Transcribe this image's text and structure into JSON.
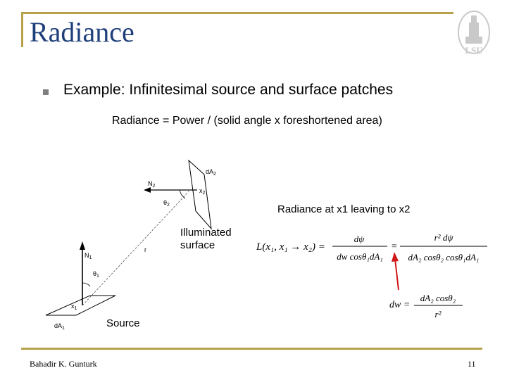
{
  "slide": {
    "title": "Radiance",
    "bullet": "Example: Infinitesimal source and surface patches",
    "equation_text": "Radiance = Power / (solid angle x foreshortened area)",
    "radiance_label": "Radiance at x1 leaving to x2",
    "illuminated_label_line1": "Illuminated",
    "illuminated_label_line2": "surface",
    "source_label": "Source"
  },
  "diagram": {
    "dA2": "dA",
    "dA2_sub": "2",
    "N2": "N",
    "N2_sub": "2",
    "x2": "x",
    "x2_sub": "2",
    "theta2": "θ",
    "theta2_sub": "2",
    "N1": "N",
    "N1_sub": "1",
    "theta1": "θ",
    "theta1_sub": "1",
    "x1": "x",
    "x1_sub": "1",
    "dA1": "dA",
    "dA1_sub": "1",
    "r": "r"
  },
  "formula": {
    "lhs": "L(x₁, x₁ → x₂) =",
    "frac1_num": "dψ",
    "frac1_den": "dw cosθ₁dA₁",
    "equals": "=",
    "frac2_num": "r² dψ",
    "frac2_den": "dA₂ cosθ₂ cosθ₁dA₁",
    "dw_lhs": "dw =",
    "frac3_num": "dA₂ cosθ₂",
    "frac3_den": "r²"
  },
  "footer": {
    "author": "Bahadir K. Gunturk",
    "page": "11"
  },
  "colors": {
    "title": "#1f3f7a",
    "rule": "#b7a24b",
    "arrow": "#d01818"
  }
}
